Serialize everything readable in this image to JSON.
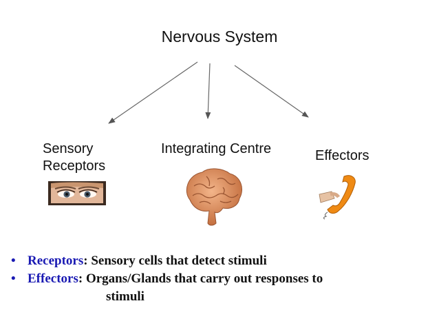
{
  "title": "Nervous System",
  "nodes": {
    "sensory": [
      "Sensory",
      "Receptors"
    ],
    "integrating": "Integrating Centre",
    "effectors": "Effectors"
  },
  "images": {
    "eyes": "eyes-photo",
    "brain": "brain-image",
    "telephone": "telephone-handset-image"
  },
  "bullets": [
    {
      "marker": "•",
      "term": "Receptors",
      "colon": ":",
      "definition": " Sensory cells that detect stimuli"
    },
    {
      "marker": "•",
      "term": "Effectors",
      "colon": ":",
      "definition": " Organs/Glands that carry out responses to",
      "continuation": "stimuli"
    }
  ],
  "colors": {
    "term": "#1a1ab3",
    "text": "#111111",
    "arrow": "#555555",
    "brain": "#d88a5a",
    "phone": "#e8820f"
  }
}
